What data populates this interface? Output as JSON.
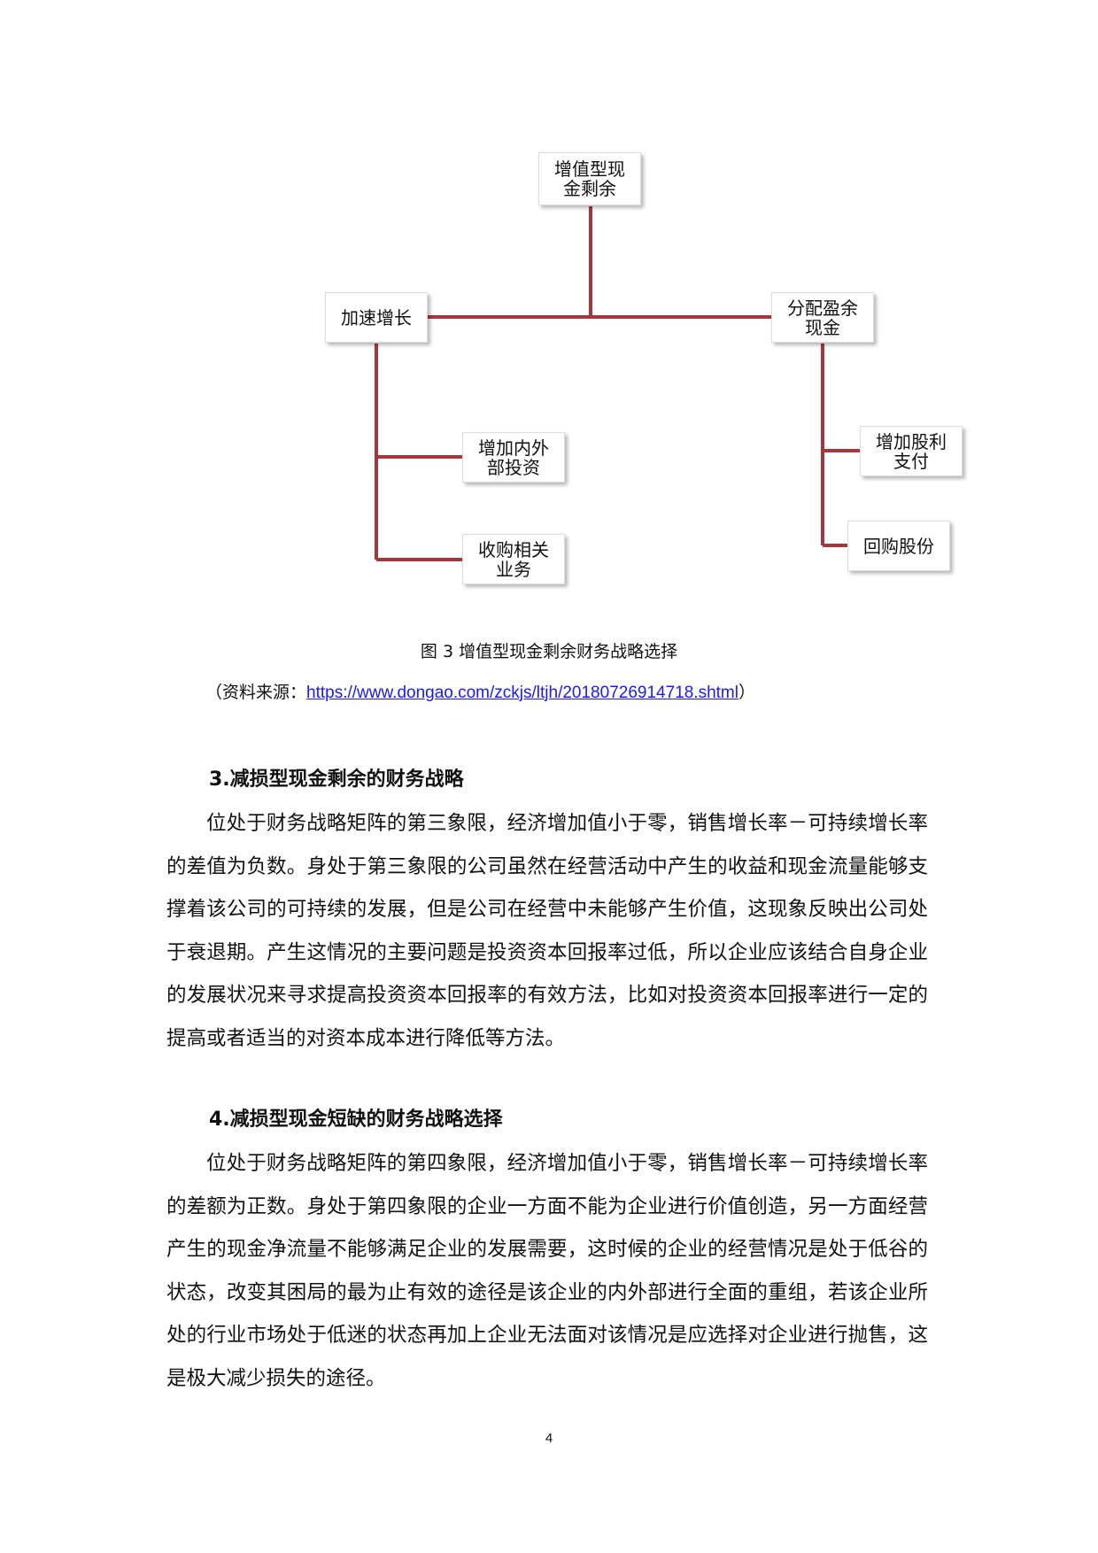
{
  "diagram": {
    "root": "增值型现\n金剩余",
    "left_branch": "加速增长",
    "right_branch": "分配盈余\n现金",
    "left_children": [
      "增加内外\n部投资",
      "收购相关\n业务"
    ],
    "right_children": [
      "增加股利\n支付",
      "回购股份"
    ],
    "line_color": "#a5383f"
  },
  "caption": "图 3 增值型现金剩余财务战略选择",
  "source": {
    "prefix": "（资料来源：",
    "link": "https://www.dongao.com/zckjs/ltjh/20180726914718.shtml",
    "suffix": "）"
  },
  "section3": {
    "heading": "3.减损型现金剩余的财务战略",
    "paragraph": "位处于财务战略矩阵的第三象限，经济增加值小于零，销售增长率－可持续增长率的差值为负数。身处于第三象限的公司虽然在经营活动中产生的收益和现金流量能够支撑着该公司的可持续的发展，但是公司在经营中未能够产生价值，这现象反映出公司处于衰退期。产生这情况的主要问题是投资资本回报率过低，所以企业应该结合自身企业的发展状况来寻求提高投资资本回报率的有效方法，比如对投资资本回报率进行一定的提高或者适当的对资本成本进行降低等方法。"
  },
  "section4": {
    "heading": "4.减损型现金短缺的财务战略选择",
    "paragraph": "位处于财务战略矩阵的第四象限，经济增加值小于零，销售增长率－可持续增长率的差额为正数。身处于第四象限的企业一方面不能为企业进行价值创造，另一方面经营产生的现金净流量不能够满足企业的发展需要，这时候的企业的经营情况是处于低谷的状态，改变其困局的最为止有效的途径是该企业的内外部进行全面的重组，若该企业所处的行业市场处于低迷的状态再加上企业无法面对该情况是应选择对企业进行抛售，这是极大减少损失的途径。"
  },
  "page_number": "4"
}
